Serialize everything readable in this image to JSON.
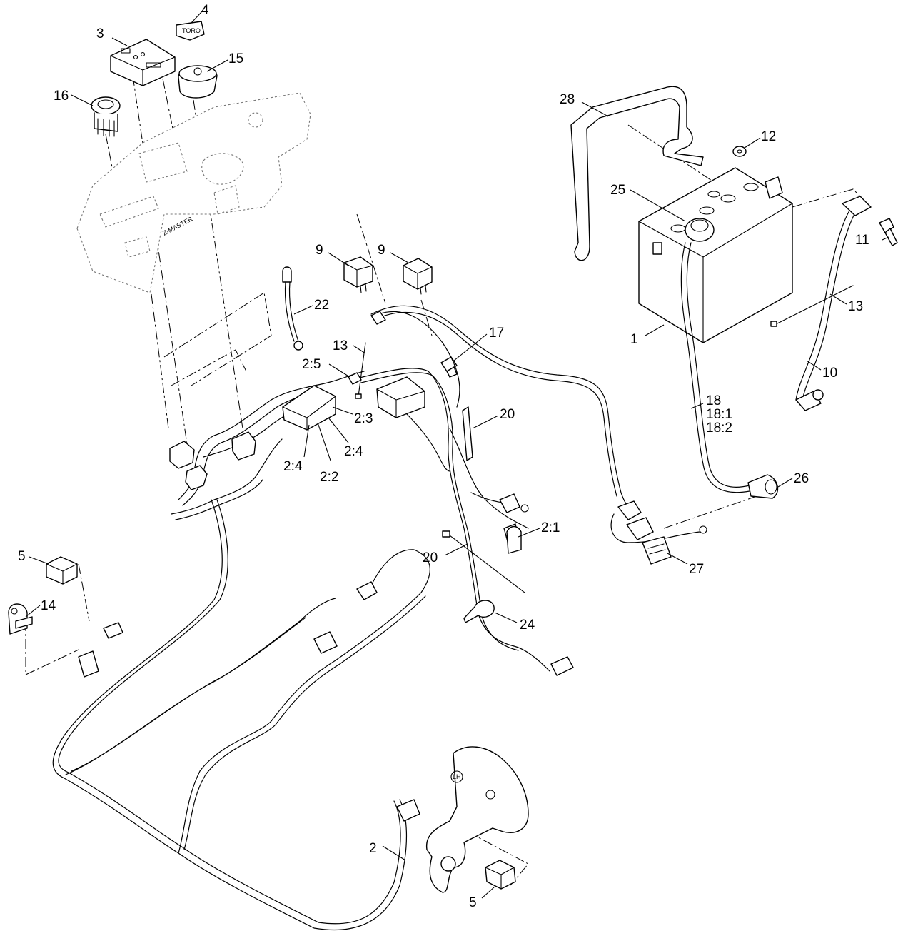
{
  "diagram": {
    "callouts": [
      {
        "id": "c-3",
        "text": "3"
      },
      {
        "id": "c-4",
        "text": "4"
      },
      {
        "id": "c-15",
        "text": "15"
      },
      {
        "id": "c-16",
        "text": "16"
      },
      {
        "id": "c-28",
        "text": "28"
      },
      {
        "id": "c-12",
        "text": "12"
      },
      {
        "id": "c-25",
        "text": "25"
      },
      {
        "id": "c-11",
        "text": "11"
      },
      {
        "id": "c-9a",
        "text": "9"
      },
      {
        "id": "c-9b",
        "text": "9"
      },
      {
        "id": "c-22",
        "text": "22"
      },
      {
        "id": "c-13a",
        "text": "13"
      },
      {
        "id": "c-13b",
        "text": "13"
      },
      {
        "id": "c-17",
        "text": "17"
      },
      {
        "id": "c-1",
        "text": "1"
      },
      {
        "id": "c-10",
        "text": "10"
      },
      {
        "id": "c-2-5",
        "text": "2:5"
      },
      {
        "id": "c-2-3",
        "text": "2:3"
      },
      {
        "id": "c-20a",
        "text": "20"
      },
      {
        "id": "c-18",
        "text": "18"
      },
      {
        "id": "c-18-1",
        "text": "18:1"
      },
      {
        "id": "c-18-2",
        "text": "18:2"
      },
      {
        "id": "c-2-4a",
        "text": "2:4"
      },
      {
        "id": "c-2-4b",
        "text": "2:4"
      },
      {
        "id": "c-2-2",
        "text": "2:2"
      },
      {
        "id": "c-26",
        "text": "26"
      },
      {
        "id": "c-2-1",
        "text": "2:1"
      },
      {
        "id": "c-20b",
        "text": "20"
      },
      {
        "id": "c-27",
        "text": "27"
      },
      {
        "id": "c-5a",
        "text": "5"
      },
      {
        "id": "c-14",
        "text": "14"
      },
      {
        "id": "c-24",
        "text": "24"
      },
      {
        "id": "c-2",
        "text": "2"
      },
      {
        "id": "c-5b",
        "text": "5"
      }
    ],
    "decals": {
      "key_brand": "TORO",
      "console_brand": "Z-MASTER",
      "bracket_mark": "LH"
    }
  }
}
